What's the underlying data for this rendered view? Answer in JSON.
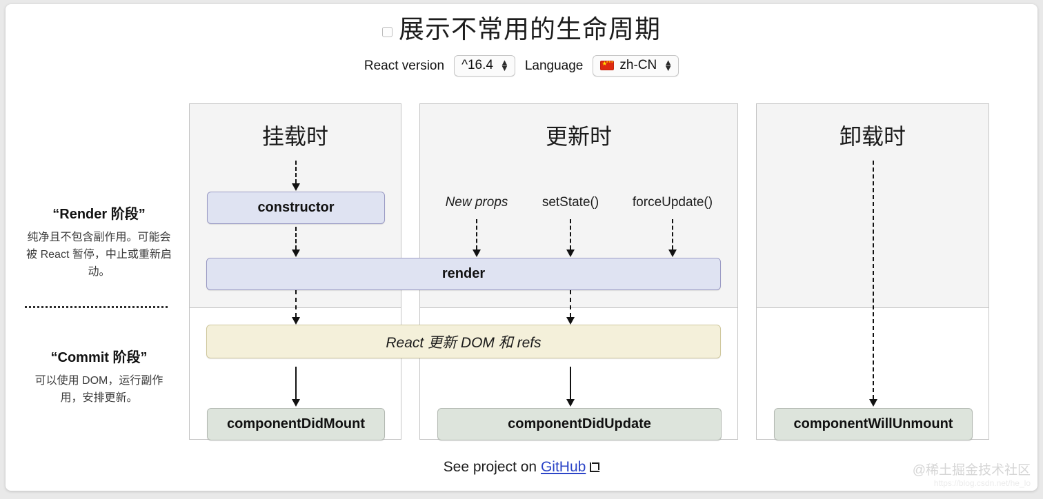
{
  "header": {
    "title": "展示不常用的生命周期",
    "checkbox_checked": false,
    "react_version_label": "React version",
    "react_version_value": "^16.4",
    "language_label": "Language",
    "language_value": "zh-CN",
    "language_flag": "cn-flag-icon"
  },
  "phases": [
    {
      "title": "“Render 阶段”",
      "desc": "纯净且不包含副作用。可能会被 React 暂停，中止或重新启动。"
    },
    {
      "title": "“Commit 阶段”",
      "desc": "可以使用 DOM，运行副作用，安排更新。"
    }
  ],
  "columns": [
    {
      "title": "挂载时"
    },
    {
      "title": "更新时"
    },
    {
      "title": "卸载时"
    }
  ],
  "nodes": {
    "constructor": "constructor",
    "render": "render",
    "commit_dom": "React 更新 DOM 和 refs",
    "did_mount": "componentDidMount",
    "did_update": "componentDidUpdate",
    "will_unmount": "componentWillUnmount"
  },
  "triggers": [
    {
      "label": "New props",
      "italic": true
    },
    {
      "label": "setState()",
      "italic": false
    },
    {
      "label": "forceUpdate()",
      "italic": false
    }
  ],
  "footer": {
    "text": "See project on",
    "link": "GitHub",
    "external_icon": "external-link-icon"
  },
  "watermark": {
    "main": "@稀土掘金技术社区",
    "sub": "https://blog.csdn.net/he_lo"
  },
  "colors": {
    "lavender": "#dfe3f2",
    "cream": "#f4f0da",
    "green": "#dde4dc",
    "link": "#2b44c7",
    "panel_head": "#f4f4f4"
  }
}
